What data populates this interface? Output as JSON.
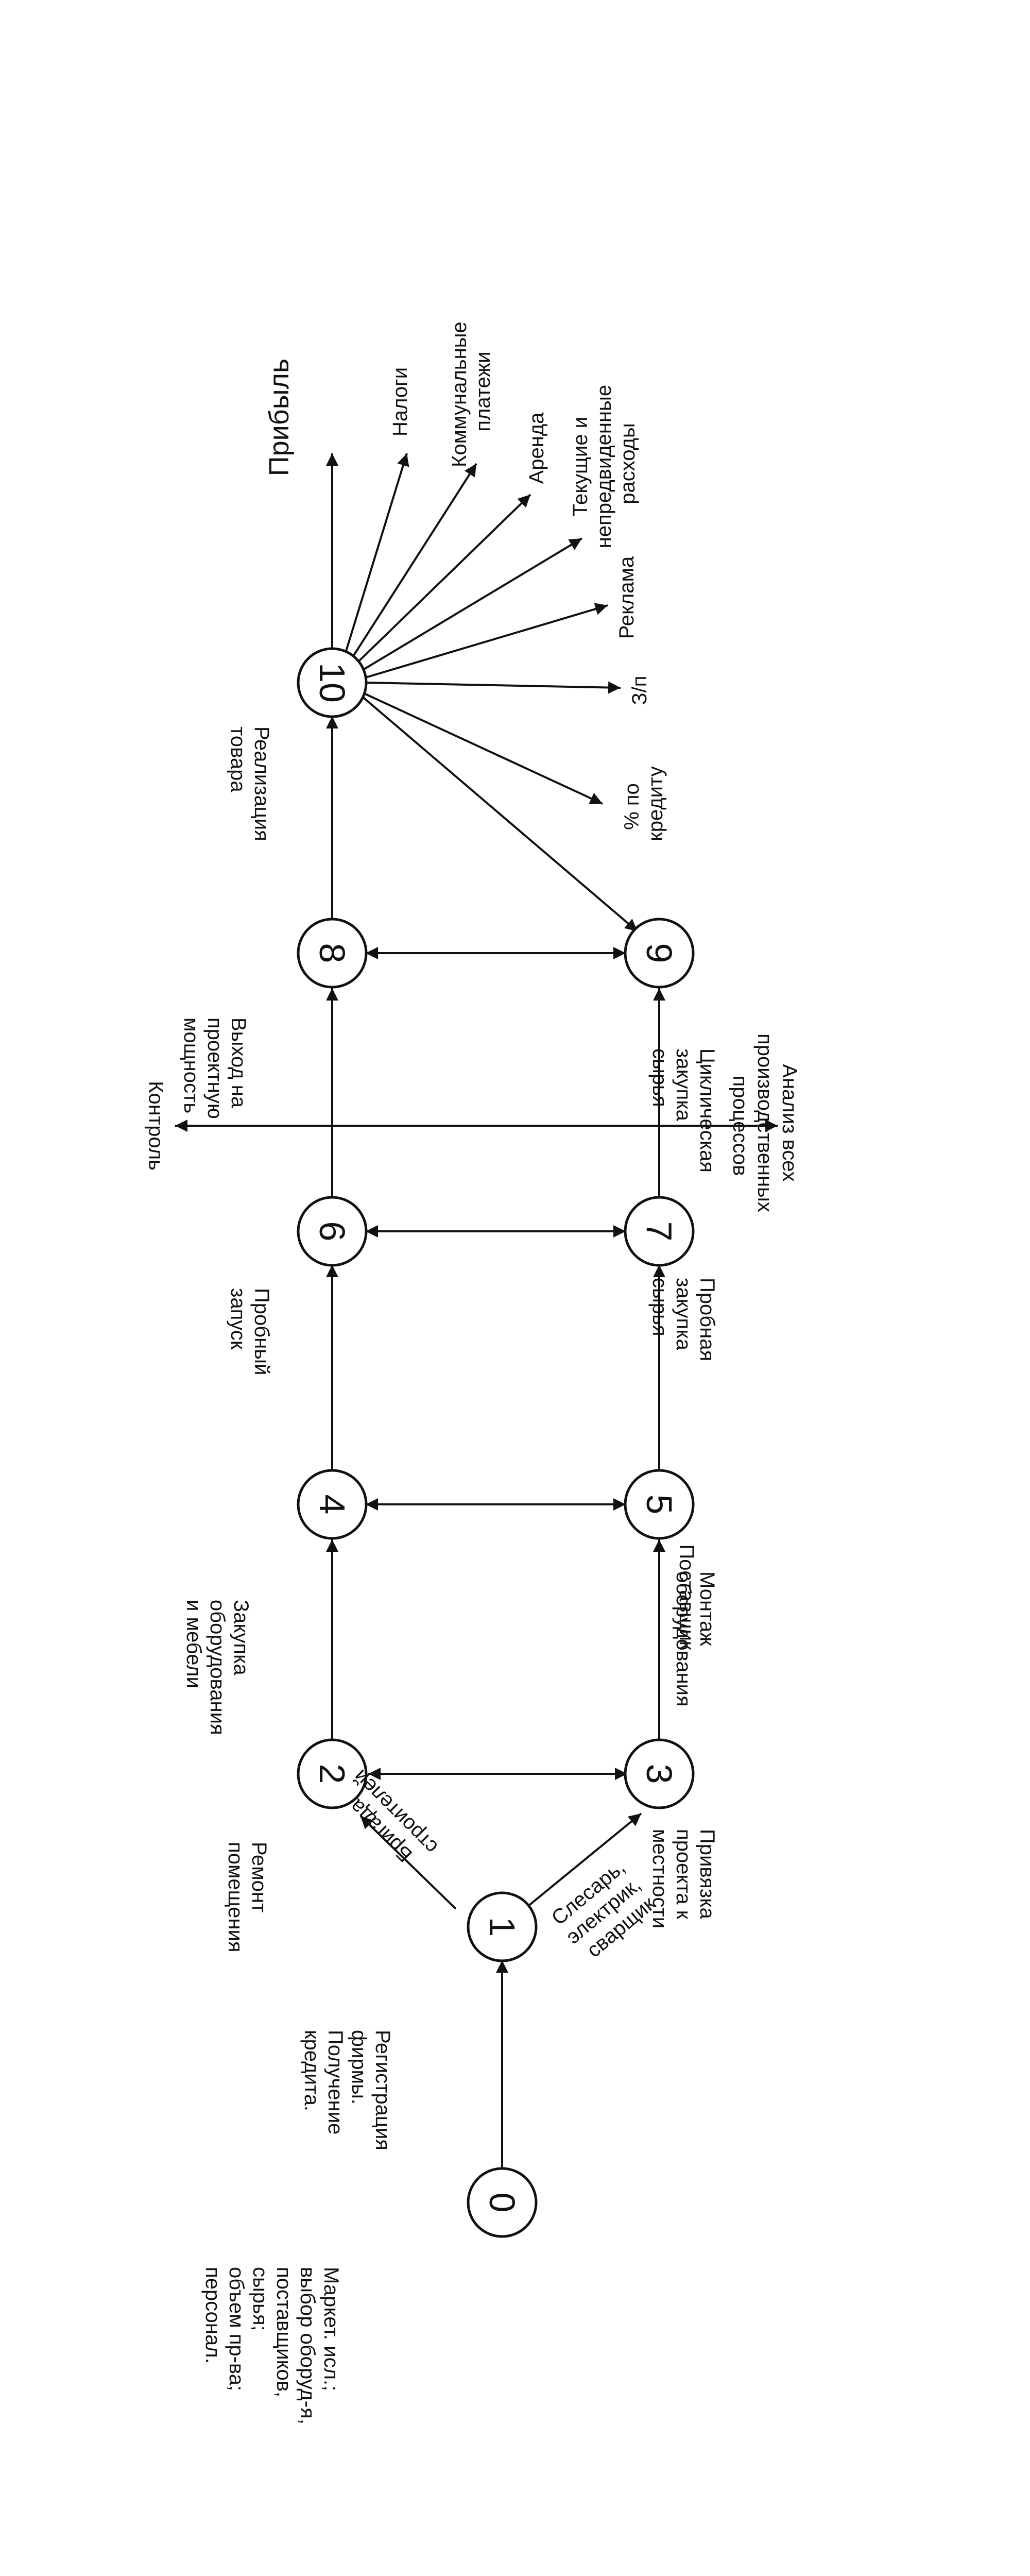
{
  "diagram": {
    "title": "Прибыль",
    "nodes": [
      {
        "id": "0",
        "label": "0"
      },
      {
        "id": "1",
        "label": "1"
      },
      {
        "id": "2",
        "label": "2"
      },
      {
        "id": "3",
        "label": "3"
      },
      {
        "id": "4",
        "label": "4"
      },
      {
        "id": "5",
        "label": "5"
      },
      {
        "id": "6",
        "label": "6"
      },
      {
        "id": "7",
        "label": "7"
      },
      {
        "id": "8",
        "label": "8"
      },
      {
        "id": "9",
        "label": "9"
      },
      {
        "id": "10",
        "label": "10"
      }
    ],
    "node_captions": {
      "n0": [
        "Маркет. исл.;",
        "выбор оборуд-я,",
        "поставщиков,",
        "сырья;",
        "объем пр-ва;",
        "персонал."
      ],
      "n1": [
        "Регистрация",
        "фирмы.",
        "Получение",
        "кредита."
      ],
      "n2": [
        "Ремонт",
        "помещения"
      ],
      "n3": [
        "Привязка",
        "проекта к",
        "местности"
      ],
      "n4": [
        "Закупка",
        "оборудования",
        "и мебели"
      ],
      "n5": [
        "Монтаж",
        "оборудования"
      ],
      "n6": [
        "Пробный",
        "запуск"
      ],
      "n7": [
        "Пробная",
        "закупка",
        "сырья"
      ],
      "n8": [
        "Выход на",
        "проектную",
        "мощность"
      ],
      "n9": [
        "Циклическая",
        "закупка",
        "сырья"
      ],
      "n10": [
        "Реализация",
        "товара"
      ]
    },
    "edge_labels": {
      "brigade": [
        "Бригада",
        "строителей"
      ],
      "workers": [
        "Слесарь,",
        "электрик,",
        "сварщик"
      ],
      "supplier": "Поставщик"
    },
    "control_axis": {
      "left": "Контроль",
      "right": [
        "Анализ всех",
        "производственных",
        "процессов"
      ]
    },
    "expenses": {
      "taxes": "Налоги",
      "utilities": [
        "Коммунальные",
        "платежи"
      ],
      "rent": "Аренда",
      "current": [
        "Текущие и",
        "непредвиденные",
        "расходы"
      ],
      "ads": "Реклама",
      "salary": "З/п",
      "credit": [
        "% по",
        "кредиту"
      ]
    }
  }
}
